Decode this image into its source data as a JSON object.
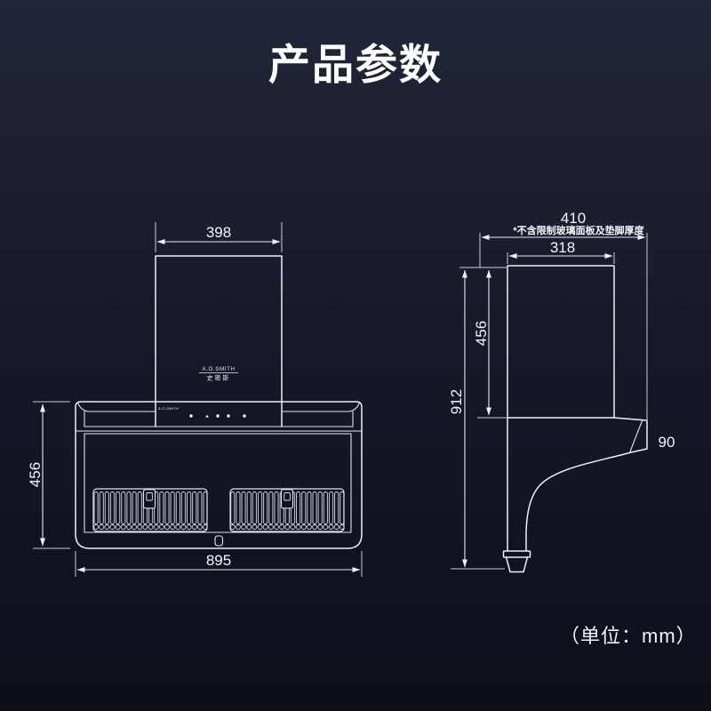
{
  "title": "产品参数",
  "unit_label": "（单位：mm）",
  "brand": {
    "name_en": "A.O.SMITH",
    "name_cn": "史密斯",
    "panel_mark": "A.O.SMITH"
  },
  "front_view": {
    "chimney_width_mm": "398",
    "body_height_mm": "456",
    "total_width_mm": "895"
  },
  "side_view": {
    "total_depth_mm": "410",
    "depth_note": "*不含限制玻璃面板及垫脚厚度",
    "chimney_depth_mm": "318",
    "chimney_height_mm": "456",
    "total_height_mm": "912",
    "duct_height_mm": "90"
  },
  "colors": {
    "background_top": "#212539",
    "background_bottom": "#0d0f18",
    "line": "#edf0f5",
    "text": "#f5f7fa"
  }
}
